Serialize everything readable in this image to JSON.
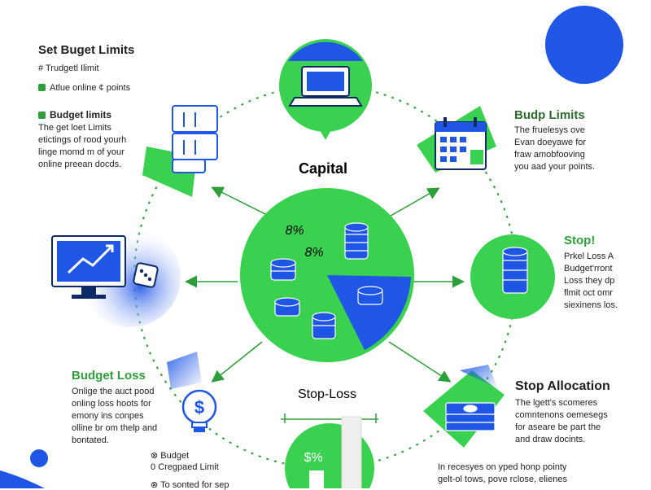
{
  "center": {
    "title": "Capital",
    "pct_top": "8%",
    "pct_mid": "8%",
    "bottom_label": "Stop-Loss",
    "bottom_pct": "$%"
  },
  "top_left": {
    "title": "Set Buget Limits",
    "subtitle": "# Trudgetl Ilimit",
    "line": "Atlue online ¢ points"
  },
  "mid_left": {
    "title": "Budget limits",
    "body": "The get loet Limits\netictings of rood yourh\nlinge momd m of your\nonline preean docds."
  },
  "bottom_left": {
    "title": "Budget Loss",
    "body": "Onlige the auct pood\nonling loss hoots for\nemony ins conpes\nolline br om thelp and\nbontated.",
    "item1": "Budget",
    "item2": "Cregpaed Limit",
    "item3": "To sonted for sep"
  },
  "top_right": {
    "title": "Budp Limits",
    "body": "The fruelesys ove\nEvan doeyawe for\nfraw amobfooving\nyou aad your points."
  },
  "mid_right": {
    "title": "Stop!",
    "body": "Prkel Loss A\nBudget'rront\nLoss they dp\nflmit oct omr\nsiexinens los."
  },
  "bottom_right": {
    "title": "Stop Allocation",
    "body": "The lgett's scomeres\ncomntenons oemesegs\nfor aseare be part the\nand draw docints."
  },
  "bottom_center_text": {
    "line1": "In recesyes on yped honp pointy",
    "line2": "gelt-ol tows, pove rclose, elienes"
  },
  "colors": {
    "green": "#3bd150",
    "blue": "#1f56e6",
    "dark_text": "#1f1f1f",
    "accent_green_text": "#2e9e3a"
  },
  "icons": {
    "top": "laptop-icon",
    "top_left": "server-stack-icon",
    "left": "monitor-chart-icon",
    "bottom_left": "lightbulb-dollar-icon",
    "top_right": "calendar-spreadsheet-icon",
    "right": "coin-stack-icon",
    "bottom_right": "cash-stack-icon",
    "bottom": "bar-chart-icon"
  }
}
